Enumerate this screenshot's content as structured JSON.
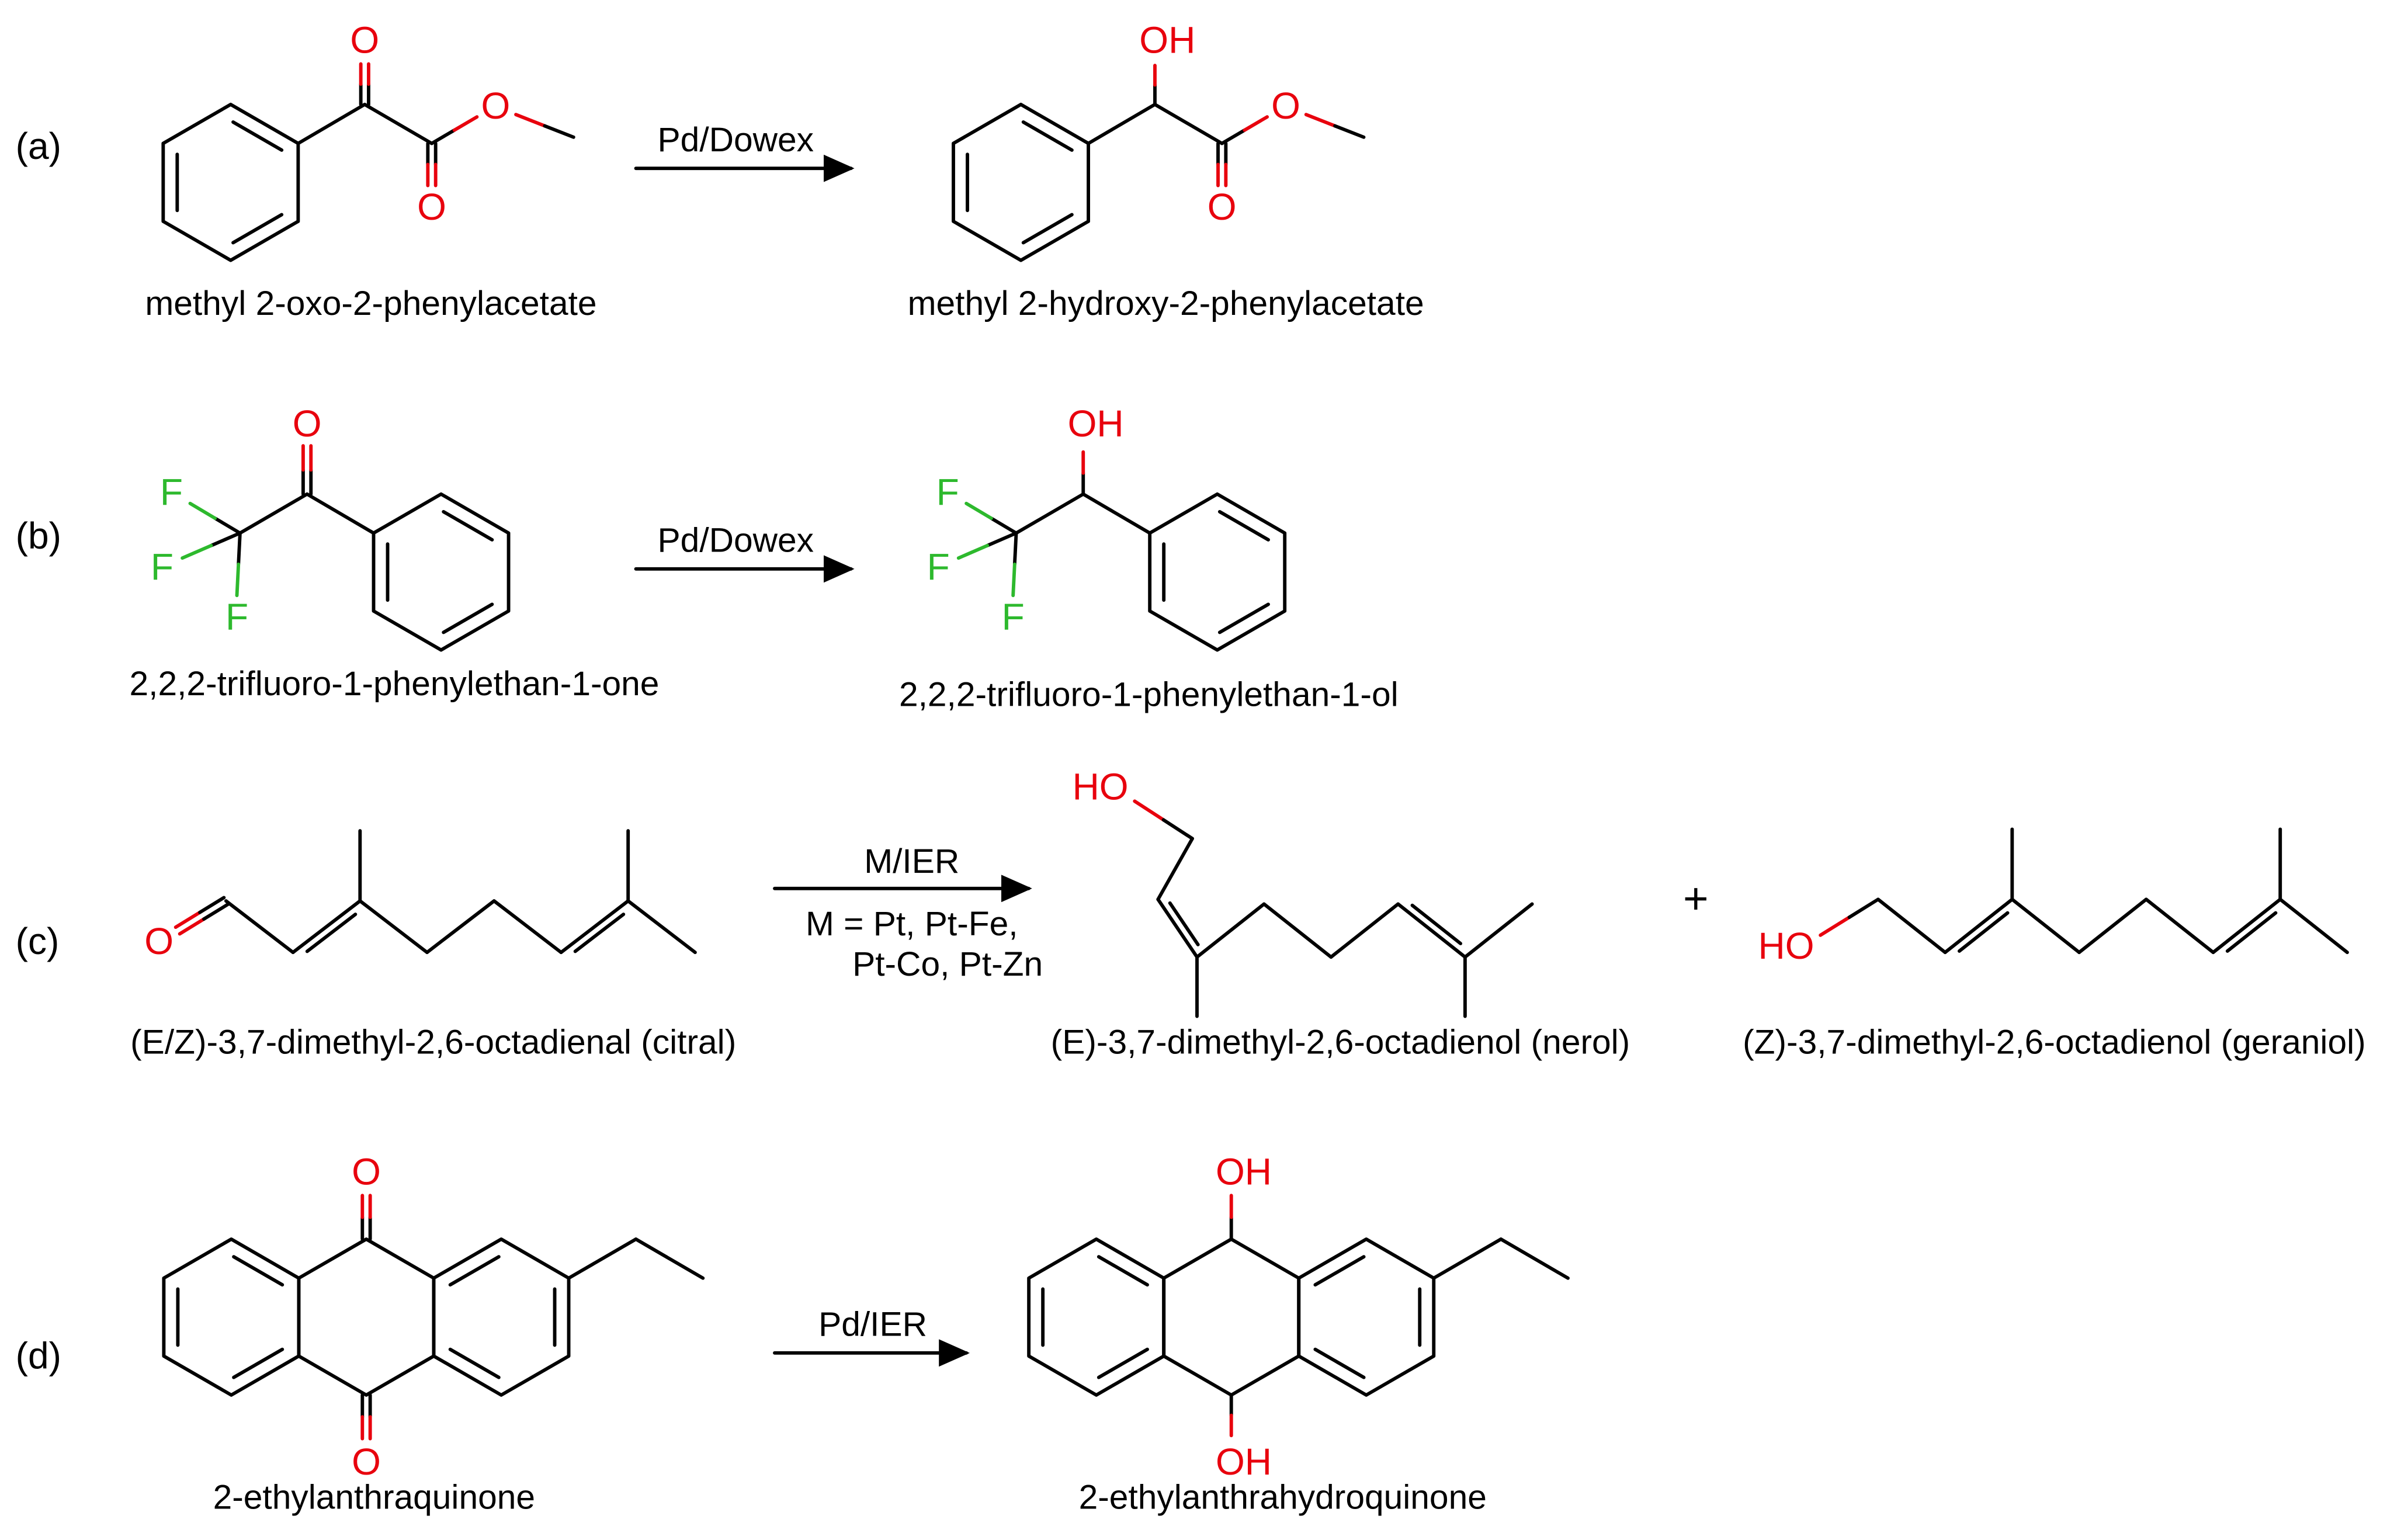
{
  "page": {
    "background": "#ffffff"
  },
  "colors": {
    "bond": "#000000",
    "oxygen_red": "#e8000d",
    "fluorine_green": "#2db92d"
  },
  "reactions": {
    "a": {
      "index_label": "(a)",
      "conditions": "Pd/Dowex",
      "reactant": {
        "name": "methyl 2-oxo-2-phenylacetate",
        "atom_labels": {
          "keto_oxygen": "O",
          "ester_carbonyl_oxygen": "O",
          "ester_oxygen": "O"
        }
      },
      "product": {
        "name": "methyl 2-hydroxy-2-phenylacetate",
        "atom_labels": {
          "hydroxyl": "OH",
          "ester_carbonyl_oxygen": "O",
          "ester_oxygen": "O"
        }
      }
    },
    "b": {
      "index_label": "(b)",
      "conditions": "Pd/Dowex",
      "reactant": {
        "name": "2,2,2-trifluoro-1-phenylethan-1-one",
        "atom_labels": {
          "f1": "F",
          "f2": "F",
          "f3": "F",
          "carbonyl_oxygen": "O"
        }
      },
      "product": {
        "name": "2,2,2-trifluoro-1-phenylethan-1-ol",
        "atom_labels": {
          "f1": "F",
          "f2": "F",
          "f3": "F",
          "hydroxyl": "OH"
        }
      }
    },
    "c": {
      "index_label": "(c)",
      "conditions_line1": "M/IER",
      "conditions_line2": "M = Pt, Pt-Fe,",
      "conditions_line3": "Pt-Co, Pt-Zn",
      "plus_sign": "+",
      "reactant": {
        "name": "(E/Z)-3,7-dimethyl-2,6-octadienal (citral)",
        "atom_labels": {
          "aldehyde_oxygen": "O"
        }
      },
      "product1": {
        "name": "(E)-3,7-dimethyl-2,6-octadienol (nerol)",
        "atom_labels": {
          "hydroxyl": "HO"
        }
      },
      "product2": {
        "name": "(Z)-3,7-dimethyl-2,6-octadienol (geraniol)",
        "atom_labels": {
          "hydroxyl": "HO"
        }
      }
    },
    "d": {
      "index_label": "(d)",
      "conditions": "Pd/IER",
      "reactant": {
        "name": "2-ethylanthraquinone",
        "atom_labels": {
          "top_oxygen": "O",
          "bottom_oxygen": "O"
        }
      },
      "product": {
        "name": "2-ethylanthrahydroquinone",
        "atom_labels": {
          "top_hydroxyl": "OH",
          "bottom_hydroxyl": "OH"
        }
      }
    }
  }
}
